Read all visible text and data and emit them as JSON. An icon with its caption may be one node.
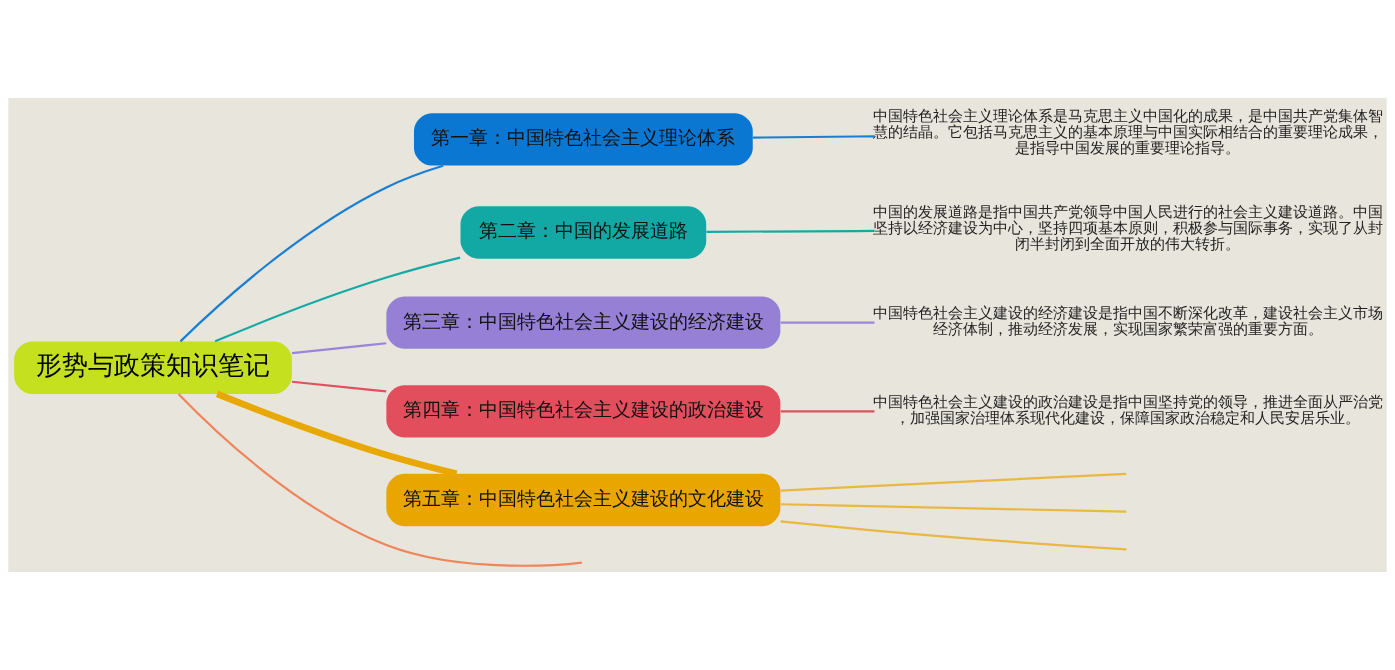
{
  "diagram": {
    "nodes": [
      {
        "text": [
          "形势与政策知识笔记"
        ]
      },
      {
        "text": [
          "第一章：中国特色社会主义理论体系"
        ]
      },
      {
        "text": [
          "第二章：中国的发展道路"
        ]
      },
      {
        "text": [
          "第三章：中国特色社会主义建设的经济建设"
        ]
      },
      {
        "text": [
          "第四章：中国特色社会主义建设的政治建设"
        ]
      },
      {
        "text": [
          "第五章：中国特色社会主义建设的文化建设"
        ]
      },
      {
        "text": [
          "中国特色社会主义理论体系是马克思主义中国化的成果，是中国共产党集体智慧的结晶。它包括马克思主义的基本原理与中国实际相结合的重要理论成果，是指导中国发展的重要理论指导。"
        ]
      },
      {
        "text": [
          "中国的发展道路是指中国共产党领导中国人民进行的社会主义建设道路。中国坚持以经济建设为中心，坚持四项基本原则，积极参与国际事务，实现了从封闭半封闭到全面开放的伟大转折。"
        ]
      },
      {
        "text": [
          "中国特色社会主义建设的经济建设是指中国不断深化改革，建设社会主义市场经济体制，推动经济发展，实现国家繁荣富强的重要方面。"
        ]
      },
      {
        "text": [
          "中国特色社会主义建设的政治建设是指中国坚持党的领导，推进全面从严治党，加强国家治理体系现代化建设，保障国家政治稳定和人民安居乐业。"
        ]
      }
    ],
    "edges": [
      {
        "from": 0,
        "to": 1,
        "arrow": "none",
        "color": "#1a7fd4"
      },
      {
        "from": 0,
        "to": 2,
        "arrow": "none",
        "color": "#13aaa6"
      },
      {
        "from": 0,
        "to": 3,
        "arrow": "none",
        "color": "#9a85d6"
      },
      {
        "from": 0,
        "to": 4,
        "arrow": "none",
        "color": "#e0505e"
      },
      {
        "from": 0,
        "to": 5,
        "arrow": "none",
        "style": "thick",
        "color": "#e8a800"
      },
      {
        "from": 0,
        "to": null,
        "arrow": "none",
        "color": "#f0845a"
      },
      {
        "from": 1,
        "to": 6,
        "arrow": "none",
        "color": "#1a7fd4"
      },
      {
        "from": 2,
        "to": 7,
        "arrow": "none",
        "color": "#13aaa6"
      },
      {
        "from": 3,
        "to": 8,
        "arrow": "none",
        "color": "#9a85d6"
      },
      {
        "from": 4,
        "to": 9,
        "arrow": "none",
        "color": "#e0505e"
      },
      {
        "from": 5,
        "to": null,
        "arrow": "none",
        "color": "#e8b840"
      },
      {
        "from": 5,
        "to": null,
        "arrow": "none",
        "color": "#e8b840"
      },
      {
        "from": 5,
        "to": null,
        "arrow": "none",
        "color": "#e8b840"
      }
    ]
  }
}
